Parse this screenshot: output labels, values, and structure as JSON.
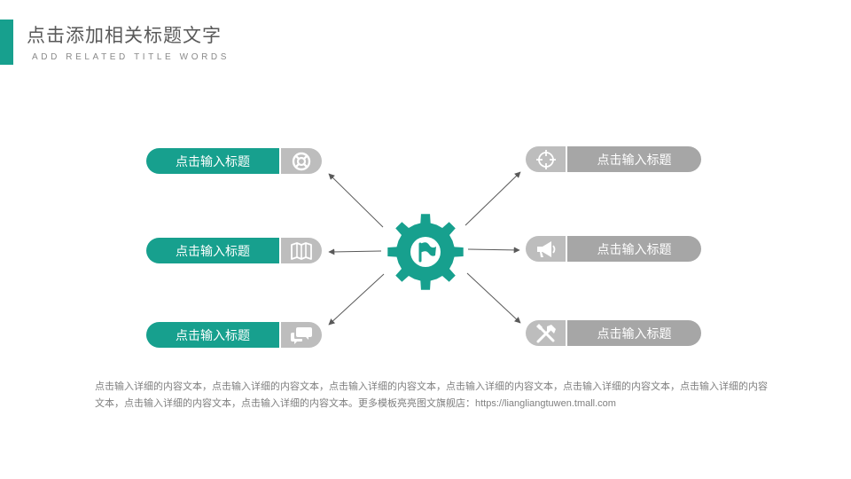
{
  "header": {
    "title": "点击添加相关标题文字",
    "subtitle": "ADD RELATED TITLE WORDS"
  },
  "colors": {
    "accent": "#17a08e",
    "icon_bg": "#bdbdbd",
    "right_label_bg": "#a6a6a6",
    "arrow": "#595959"
  },
  "center_icon": "gear-with-flag-icon",
  "items": [
    {
      "label": "点击输入标题",
      "icon": "lifebuoy-icon"
    },
    {
      "label": "点击输入标题",
      "icon": "map-icon"
    },
    {
      "label": "点击输入标题",
      "icon": "chat-bubbles-icon"
    },
    {
      "label": "点击输入标题",
      "icon": "crosshair-icon"
    },
    {
      "label": "点击输入标题",
      "icon": "megaphone-icon"
    },
    {
      "label": "点击输入标题",
      "icon": "tools-icon"
    }
  ],
  "body_text": "点击输入详细的内容文本，点击输入详细的内容文本，点击输入详细的内容文本，点击输入详细的内容文本，点击输入详细的内容文本，点击输入详细的内容文本，点击输入详细的内容文本，点击输入详细的内容文本。更多模板亮亮图文旗舰店：https://liangliangtuwen.tmall.com"
}
